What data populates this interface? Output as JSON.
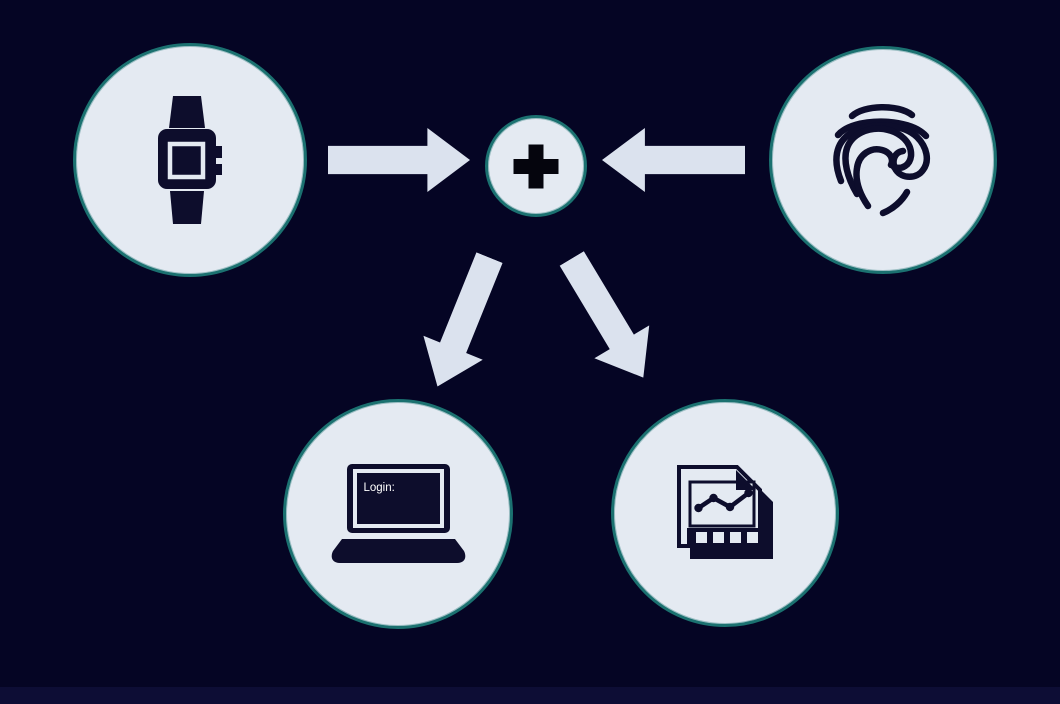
{
  "diagram": {
    "type": "flow-diagram",
    "colors": {
      "background": "#050524",
      "bottom_strip": "#0d0d35",
      "node_fill": "#e4eaf2",
      "node_border": "#1b7170",
      "icon": "#0d0d2c",
      "arrow": "#dbe2ee",
      "plus": "#05050d",
      "screen_text": "#ffffff"
    },
    "nodes": {
      "smartwatch": {
        "icon": "smartwatch-icon"
      },
      "fingerprint": {
        "icon": "fingerprint-icon"
      },
      "combine": {
        "icon": "plus-icon"
      },
      "laptop": {
        "icon": "laptop-icon",
        "screen_text": "Login:"
      },
      "report": {
        "icon": "report-chart-icon"
      }
    },
    "edges": [
      {
        "from": "smartwatch",
        "to": "combine",
        "direction": "right"
      },
      {
        "from": "fingerprint",
        "to": "combine",
        "direction": "left"
      },
      {
        "from": "combine",
        "to": "laptop",
        "direction": "down-left"
      },
      {
        "from": "combine",
        "to": "report",
        "direction": "down-right"
      }
    ]
  }
}
